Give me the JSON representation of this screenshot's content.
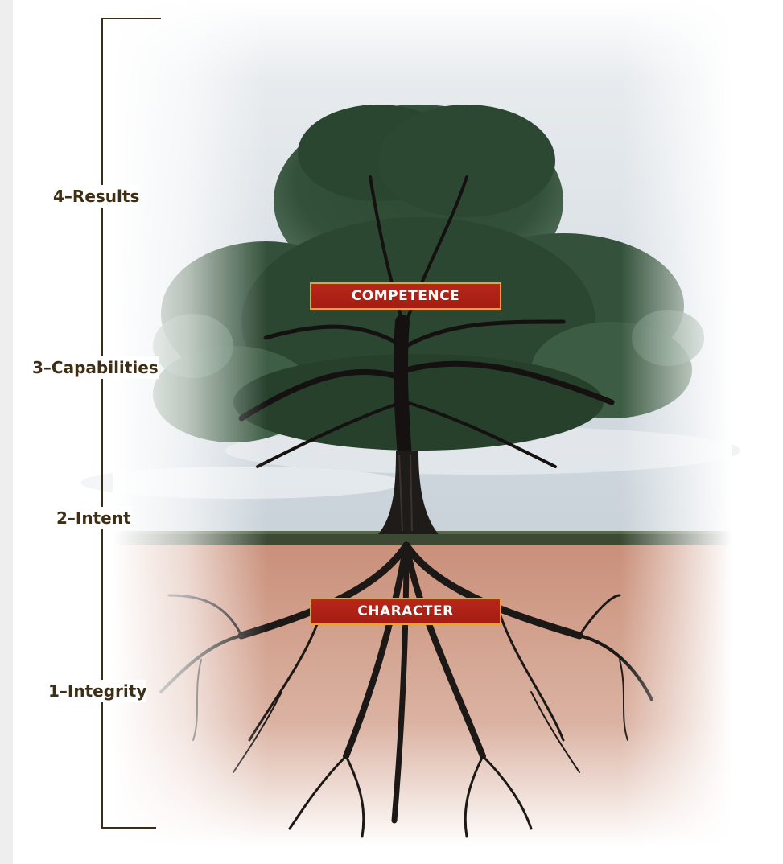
{
  "levels": {
    "results": "4–Results",
    "capabilities": "3–Capabilities",
    "intent": "2–Intent",
    "integrity": "1–Integrity"
  },
  "banners": {
    "competence": "COMPETENCE",
    "character": "CHARACTER"
  },
  "colors": {
    "sky": "#dfe5ea",
    "soil": "#c98f79",
    "foliage": "#2e4a33",
    "trunk": "#1e1a17",
    "banner": "#b8261a",
    "banner_border": "#e6a62a",
    "label_text": "#3e2e14",
    "bracket": "#3a2c16"
  }
}
